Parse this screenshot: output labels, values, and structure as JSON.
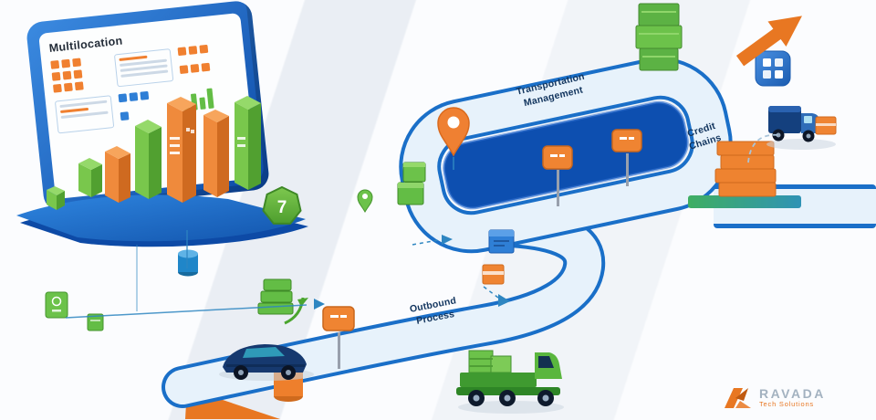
{
  "monitor": {
    "title": "Multilocation"
  },
  "badge": {
    "value": "7"
  },
  "labels": {
    "transportation": "Transportation\nManagement",
    "credit": "Credit\nChains",
    "outbound": "Outbound\nProcess"
  },
  "logo": {
    "name": "RAVADA",
    "tagline": "Tech Solutions"
  },
  "colors": {
    "blue": "#1a6fc8",
    "dark_blue": "#0d4fb0",
    "orange": "#e87722",
    "green": "#5cb244",
    "road_surface": "#e7f2fb",
    "label_text": "#12355e"
  }
}
